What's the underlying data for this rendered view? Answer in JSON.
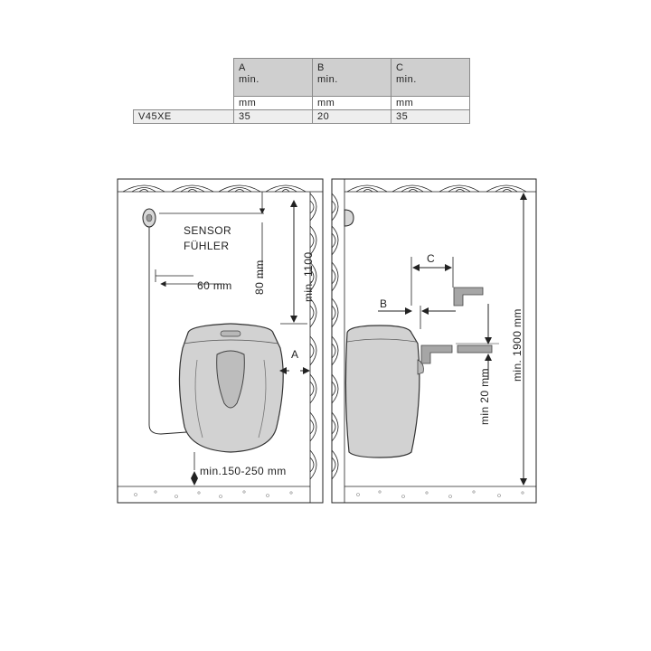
{
  "table": {
    "headers": [
      {
        "letter": "A",
        "sub": "min."
      },
      {
        "letter": "B",
        "sub": "min."
      },
      {
        "letter": "C",
        "sub": "min."
      }
    ],
    "units": [
      "mm",
      "mm",
      "mm"
    ],
    "row": {
      "model": "V45XE",
      "values": [
        "35",
        "20",
        "35"
      ]
    }
  },
  "labels": {
    "sensor": "SENSOR",
    "fuehler": "FÜHLER",
    "sixty": "60 mm",
    "eighty": "80 mm",
    "min1100": "min. 1100",
    "a": "A",
    "floor_gap": "min.150-250 mm",
    "b": "B",
    "c": "C",
    "min20": "min 20 mm",
    "min1900": "min. 1900 mm"
  }
}
